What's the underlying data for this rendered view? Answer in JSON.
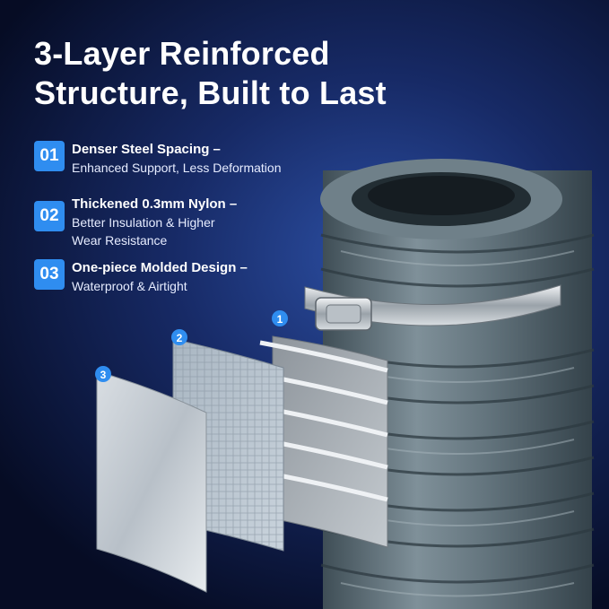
{
  "headline": {
    "line1": "3-Layer Reinforced",
    "line2": "Structure, Built to Last"
  },
  "features": [
    {
      "number": "01",
      "title": "Denser Steel Spacing –",
      "subtitle_lines": [
        "Enhanced Support, Less Deformation"
      ]
    },
    {
      "number": "02",
      "title": "Thickened 0.3mm Nylon –",
      "subtitle_lines": [
        "Better Insulation & Higher",
        "Wear Resistance"
      ]
    },
    {
      "number": "03",
      "title": "One-piece Molded Design –",
      "subtitle_lines": [
        "Waterproof & Airtight"
      ]
    }
  ],
  "layer_markers": [
    "1",
    "2",
    "3"
  ],
  "colors": {
    "accent": "#2f8df0",
    "background_dark": "#060c24",
    "hose_gray": "#5f7079",
    "text": "#ffffff"
  }
}
